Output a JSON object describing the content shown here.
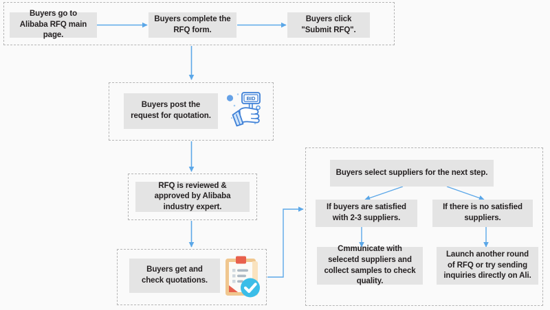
{
  "diagram": {
    "title": "Alibaba RFQ Process Flowchart",
    "background_color": "#fafafa",
    "node_fill": "#e4e4e4",
    "node_text_color": "#231f20",
    "arrow_color": "#5ba7e8",
    "group_border_color": "#b4b4b4"
  },
  "groups": [
    {
      "name": "rfq-submission-group"
    },
    {
      "name": "post-quotation-group"
    },
    {
      "name": "review-approval-group"
    },
    {
      "name": "check-quotations-group"
    },
    {
      "name": "supplier-selection-group"
    }
  ],
  "nodes": {
    "step1": "Buyers go to Alibaba RFQ main page.",
    "step2": "Buyers complete the RFQ form.",
    "step3": "Buyers click \"Submit RFQ\".",
    "step4": "Buyers post  the request for quotation.",
    "step5": "RFQ is reviewed & approved by Alibaba industry expert.",
    "step6": "Buyers get and check quotations.",
    "step7": "Buyers select suppliers for the next step.",
    "branch_yes": "If buyers are satisfied with 2-3 suppliers.",
    "branch_no": "If there is no satisfied suppliers.",
    "outcome_yes": "Cmmunicate with selecetd suppliers and collect samples to check quality.",
    "outcome_no": "Launch another round of RFQ or try sending inquiries directly on Ali."
  },
  "icons": {
    "bid_label": "BID",
    "bid_icon_name": "hand-holding-bid-paddle-icon",
    "clipboard_icon_name": "clipboard-checkmark-icon"
  }
}
